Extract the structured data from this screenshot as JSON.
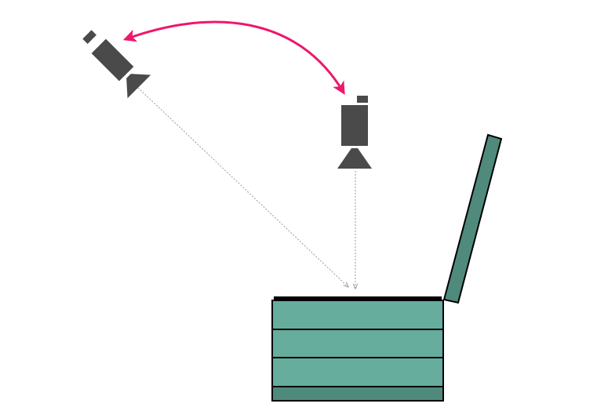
{
  "colors": {
    "background": "#ffffff",
    "camera_body": "#4a4a4a",
    "sight_line": "#9a9a9a",
    "rotation_arrow": "#ef176b",
    "box_fill": "#66ad9e",
    "box_base": "#4f8a7d",
    "lid_fill": "#4f8a7d",
    "outline": "#000000"
  },
  "icons": {
    "tilted_camera": "camera-icon",
    "overhead_camera": "camera-icon",
    "rotation": "curved-double-arrow"
  },
  "box": {
    "stripe_count": 4,
    "lid_state": "open"
  }
}
